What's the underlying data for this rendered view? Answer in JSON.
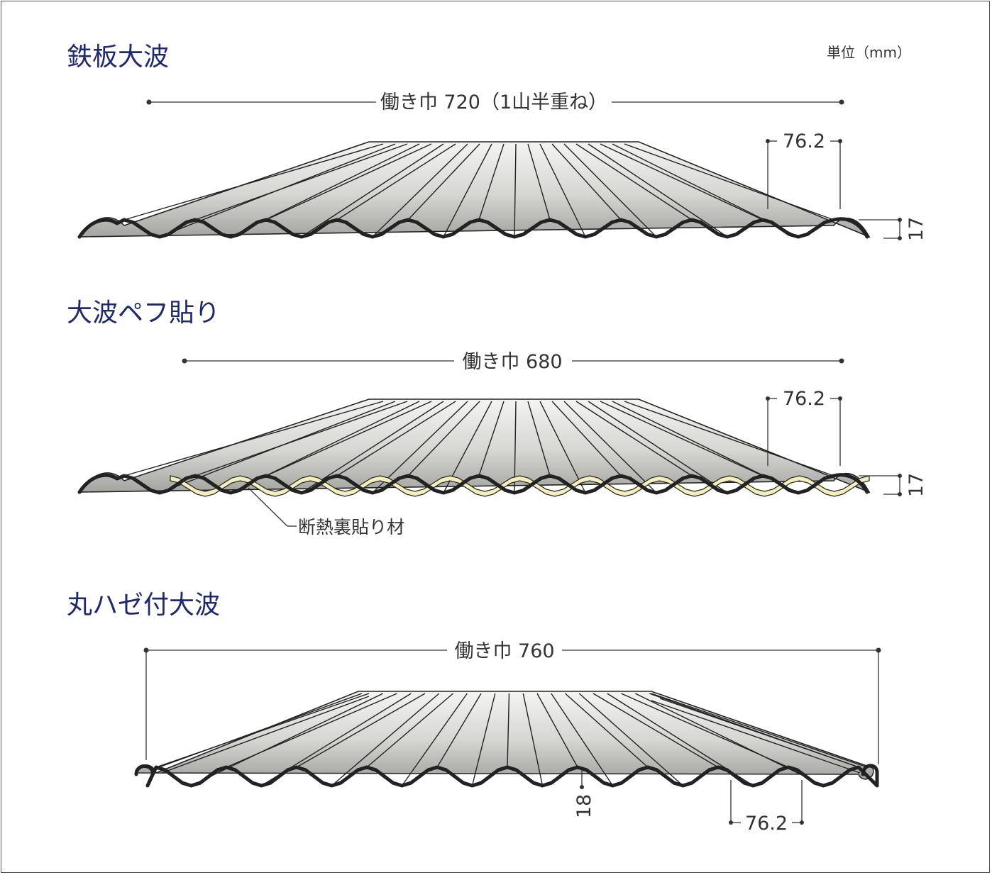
{
  "unit_label": "単位（mm）",
  "sections": [
    {
      "title": "鉄板大波",
      "width_label": "働き巾 720（1山半重ね）",
      "pitch_label": "76.2",
      "height_label": "17"
    },
    {
      "title": "大波ペフ貼り",
      "width_label": "働き巾 680",
      "pitch_label": "76.2",
      "height_label": "17",
      "backing_label": "断熱裏貼り材"
    },
    {
      "title": "丸ハゼ付大波",
      "width_label": "働き巾 760",
      "pitch_label": "76.2",
      "height_label": "18"
    }
  ],
  "colors": {
    "title": "#1f2a6e",
    "sheet_light": "#f2f2f0",
    "sheet_dark": "#a9aaa6",
    "backing": "#f4eebc",
    "line": "#222222"
  }
}
